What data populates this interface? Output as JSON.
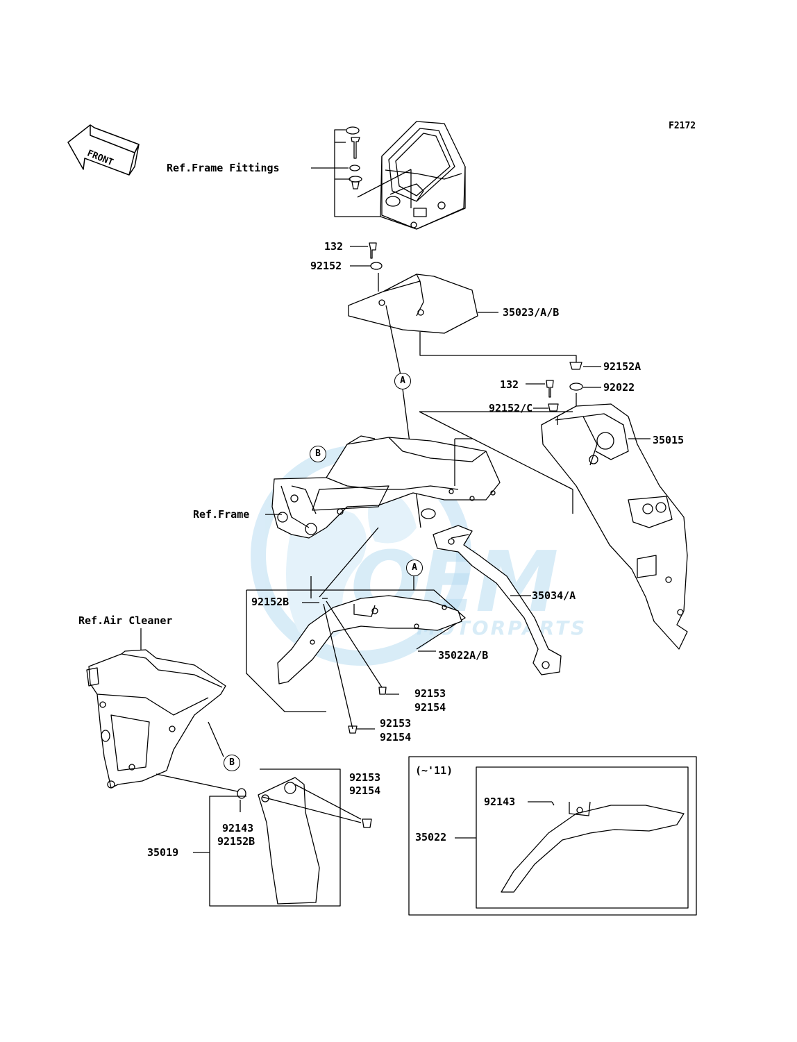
{
  "figure_code": "F2172",
  "front_label": "FRONT",
  "watermark": {
    "main": "OEM",
    "sub": "MOTORPARTS"
  },
  "callouts": {
    "a_top": "A",
    "a_mid": "A",
    "b_frame": "B",
    "b_cleaner": "B"
  },
  "labels": {
    "ref_frame_fittings": "Ref.Frame Fittings",
    "p132_top": "132",
    "p92152": "92152",
    "p35023": "35023/A/B",
    "p92152a": "92152A",
    "p132_right": "132",
    "p92022": "92022",
    "p92152c": "92152/C",
    "p35015": "35015",
    "ref_frame": "Ref.Frame",
    "p92152b_mid": "92152B",
    "p35034": "35034/A",
    "ref_air_cleaner": "Ref.Air Cleaner",
    "p35022ab": "35022A/B",
    "p92153_a": "92153",
    "p92154_a": "92154",
    "p92153_b": "92153",
    "p92154_b": "92154",
    "p92153_c": "92153",
    "p92154_c": "92154",
    "p92143_low": "92143",
    "p92152b_low": "92152B",
    "p35019": "35019",
    "inset_note": "(~'11)",
    "p92143_inset": "92143",
    "p35022_inset": "35022"
  },
  "colors": {
    "ink": "#000000",
    "watermark": "#b9ddf2"
  }
}
